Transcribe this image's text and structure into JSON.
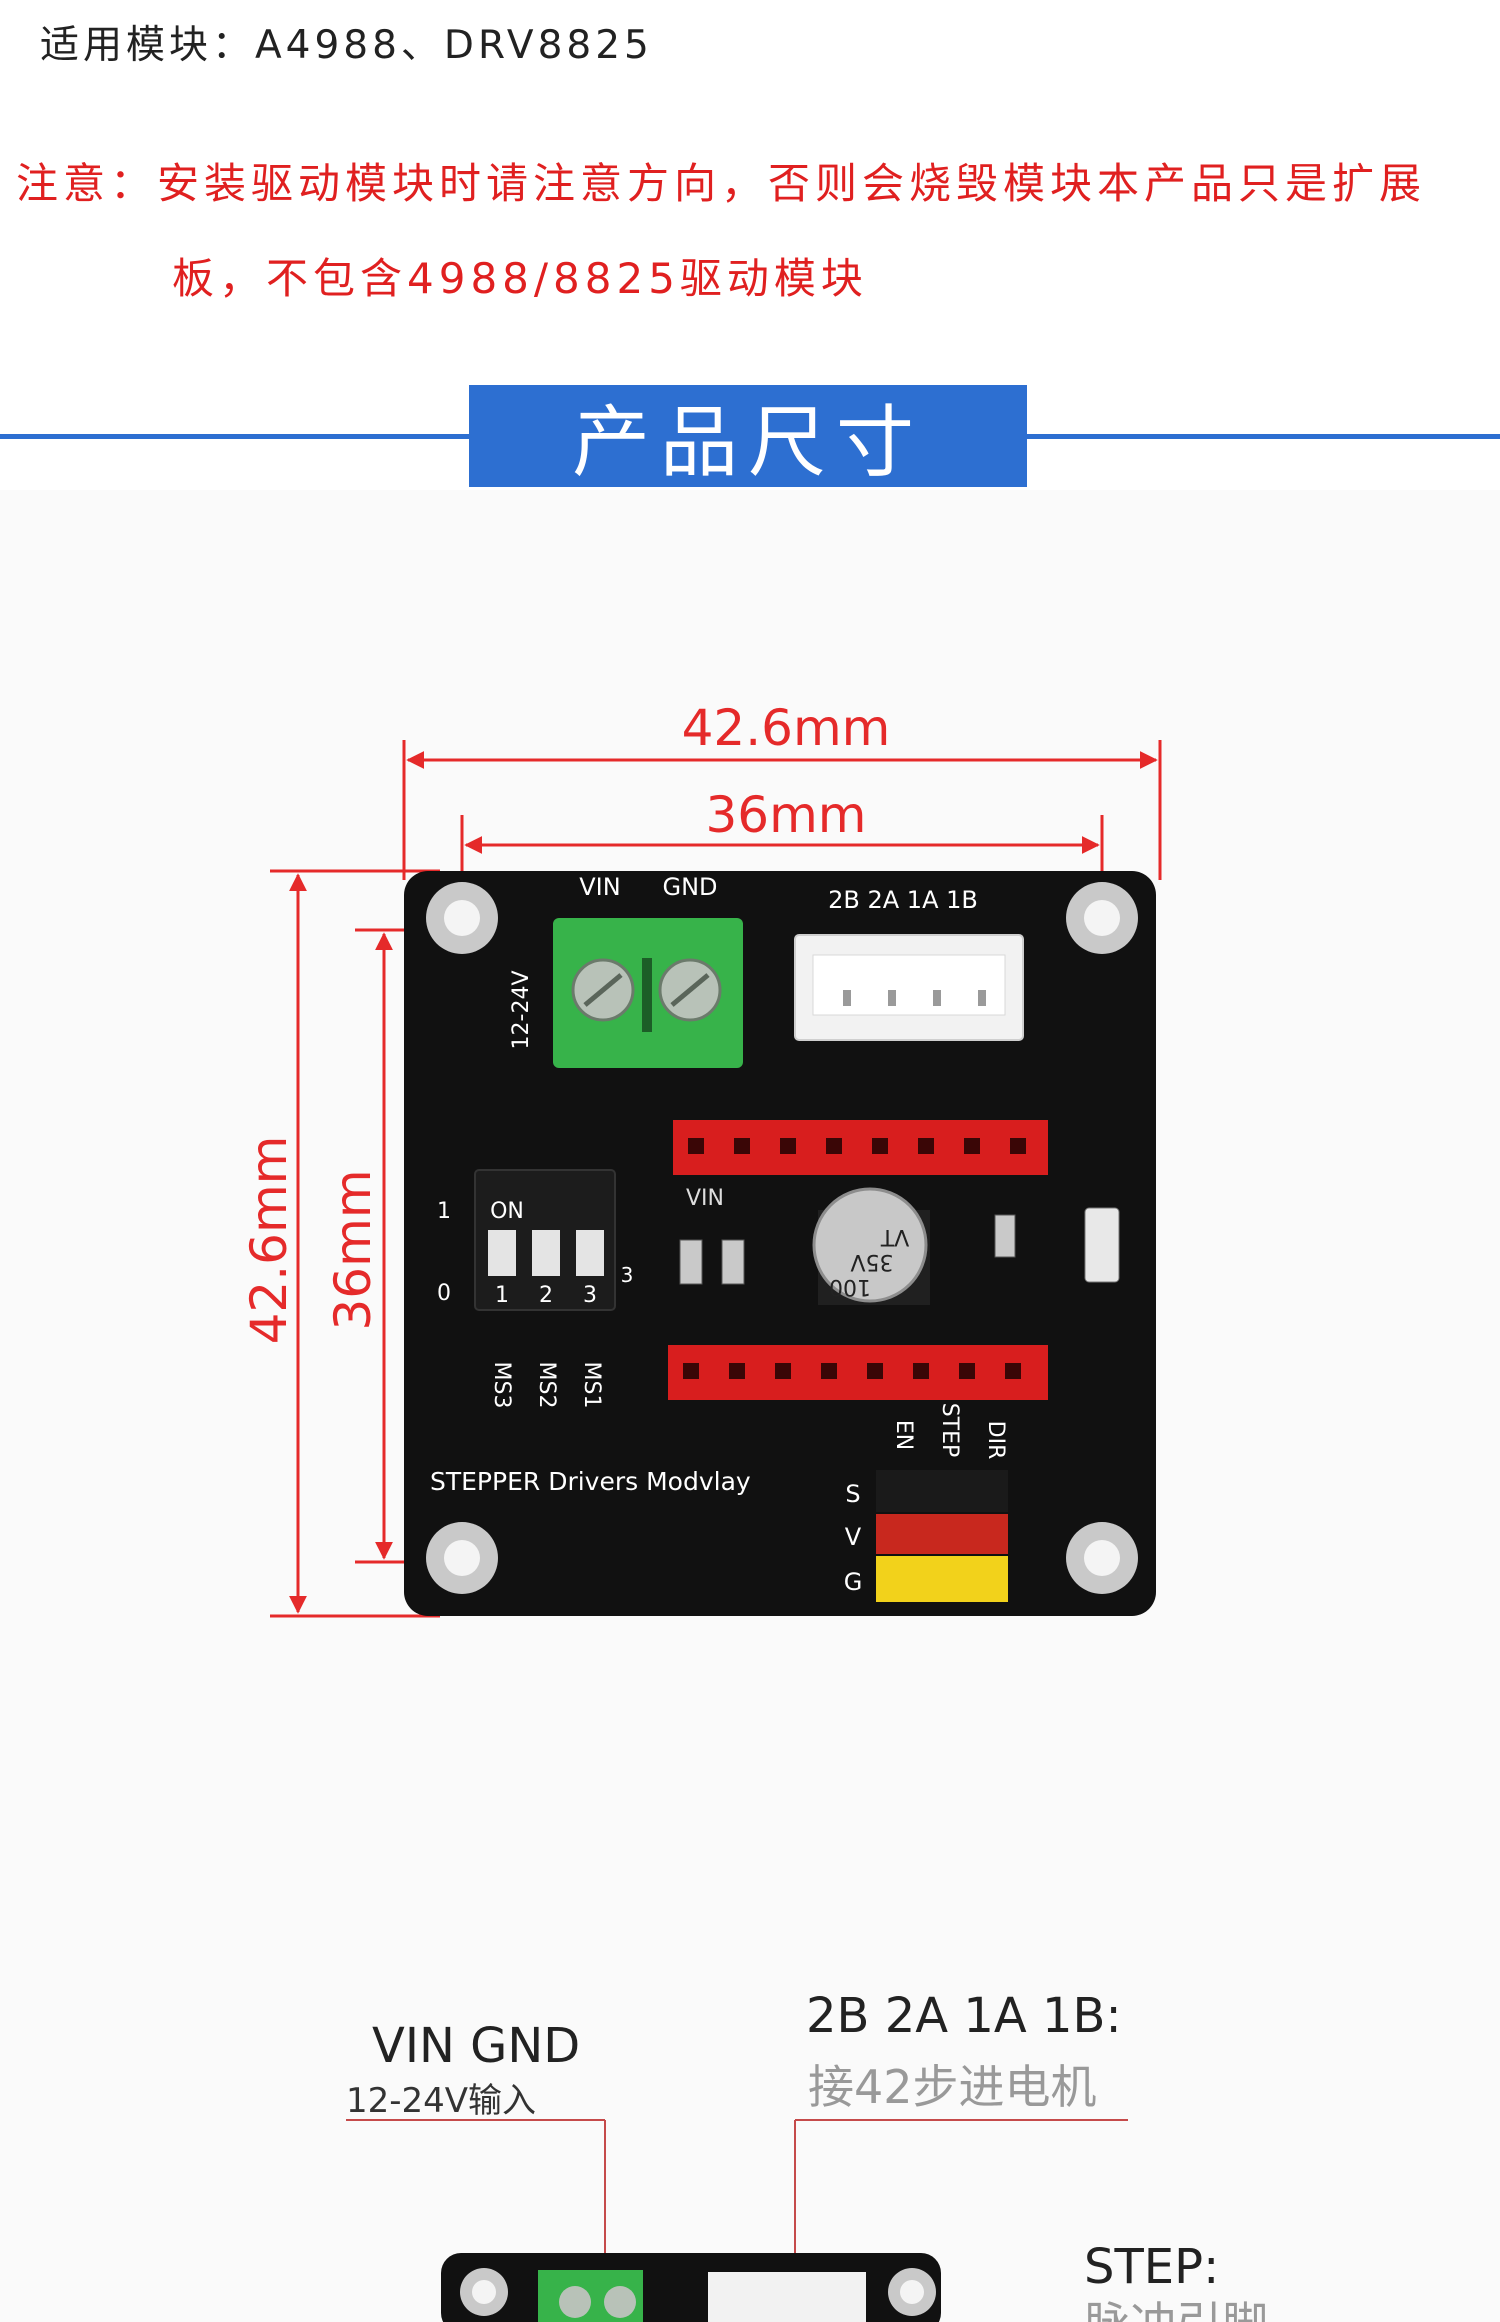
{
  "header": {
    "applicable_modules": "适用模块：A4988、DRV8825"
  },
  "notice": {
    "line1": "注意：安装驱动模块时请注意方向，否则会烧毁模块本产品只是扩展",
    "line2": "板，不包含4988/8825驱动模块"
  },
  "section": {
    "title": "产品尺寸"
  },
  "dimensions": {
    "outer_width": "42.6mm",
    "inner_width": "36mm",
    "outer_height": "42.6mm",
    "inner_height": "36mm"
  },
  "board": {
    "terminal_vin": "VIN",
    "terminal_gnd": "GND",
    "voltage": "12-24V",
    "motor_pins": "2B 2A 1A 1B",
    "dip_on": "ON",
    "dip_1": "1",
    "dip_0": "0",
    "dip_3": "3",
    "dip_nums": [
      "1",
      "2",
      "3"
    ],
    "ms_labels": [
      "MS3",
      "MS2",
      "MS1"
    ],
    "vin_small": "VIN",
    "cap_lines": [
      "VT",
      "35V",
      "100"
    ],
    "signal_pins": [
      "EN",
      "STEP",
      "DIR"
    ],
    "svg_rows": [
      "S",
      "V",
      "G"
    ],
    "board_name": "STEPPER Drivers Modvlay"
  },
  "callouts": {
    "power_title": "VIN GND",
    "power_desc": "12-24V输入",
    "motor_title": "2B 2A 1A 1B:",
    "motor_desc": "接42步进电机",
    "step_title": "STEP:",
    "step_desc": "脉冲引脚"
  },
  "colors": {
    "notice_red": "#e02020",
    "banner_blue": "#2d6fd1",
    "pcb_black": "#111111",
    "terminal_green": "#37b34a",
    "header_red": "#d81e1e",
    "dim_red": "#e52a2a"
  }
}
